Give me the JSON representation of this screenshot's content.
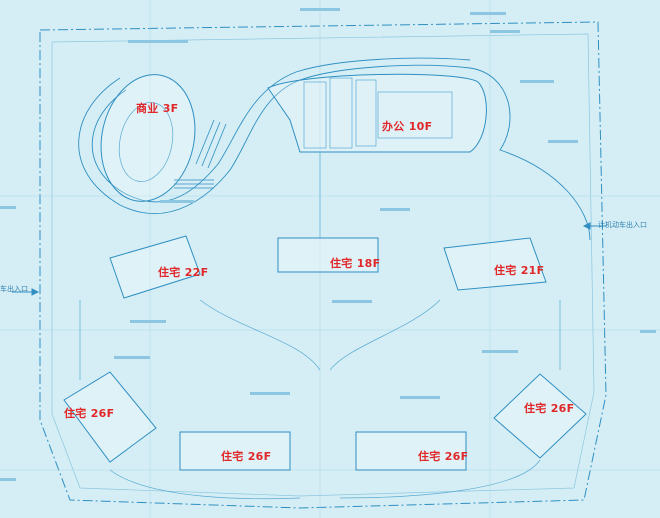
{
  "site_plan": {
    "buildings": [
      {
        "id": "commercial",
        "label": "商业 3F"
      },
      {
        "id": "office",
        "label": "办公 10F"
      },
      {
        "id": "res-22",
        "label": "住宅 22F"
      },
      {
        "id": "res-18",
        "label": "住宅 18F"
      },
      {
        "id": "res-21",
        "label": "住宅 21F"
      },
      {
        "id": "res-26-west",
        "label": "住宅 26F"
      },
      {
        "id": "res-26-south-west",
        "label": "住宅 26F"
      },
      {
        "id": "res-26-south-east",
        "label": "住宅 26F"
      },
      {
        "id": "res-26-east",
        "label": "住宅 26F"
      }
    ],
    "entrances": {
      "east": "计机动车出入口",
      "west": "车出入口"
    }
  },
  "colors": {
    "paper": "#d5eef5",
    "line": "#2f8fc2",
    "line_light": "#8cc6e0",
    "label": "#e0282a"
  }
}
